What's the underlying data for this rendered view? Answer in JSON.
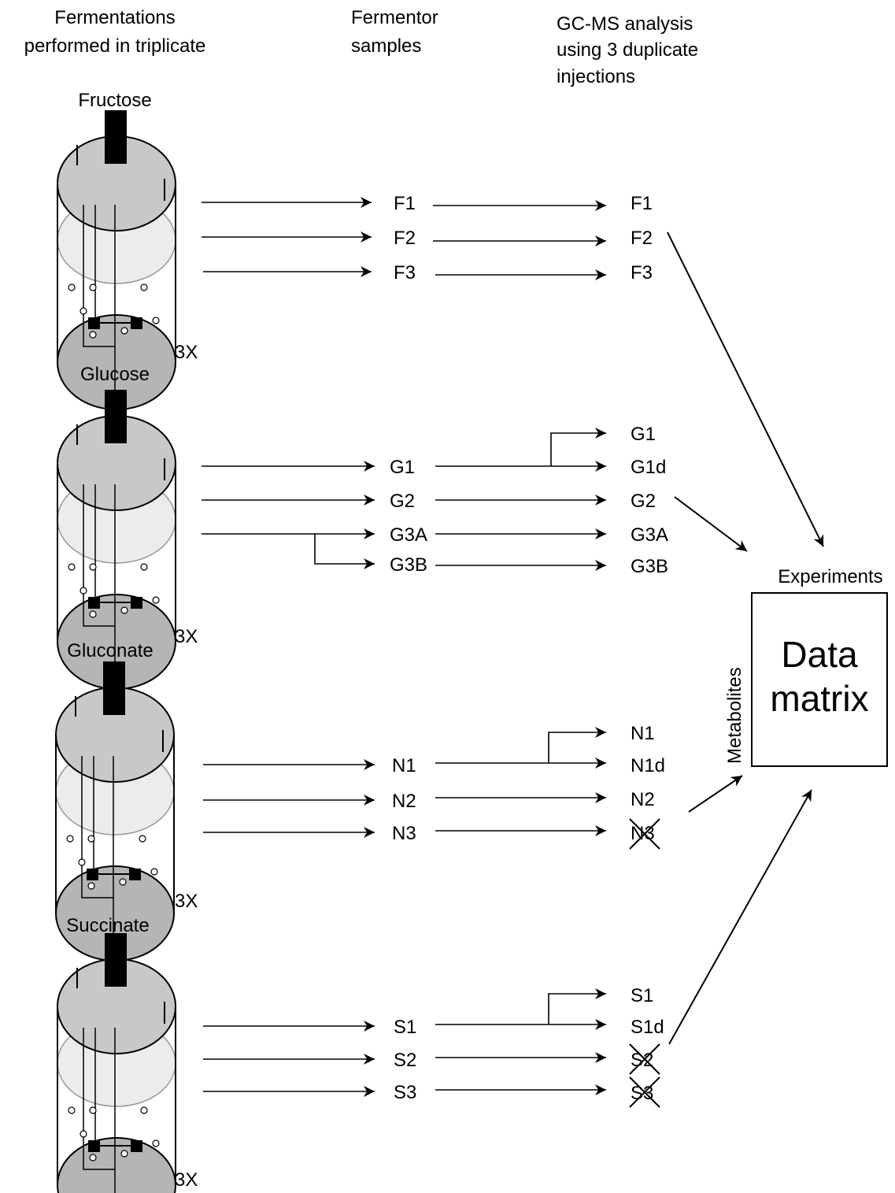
{
  "headers": {
    "fermentations_line1": "Fermentations",
    "fermentations_line2": "performed in triplicate",
    "samples_line1": "Fermentor",
    "samples_line2": "samples",
    "gcms_line1": "GC-MS analysis",
    "gcms_line2": "using 3 duplicate",
    "gcms_line3": "injections"
  },
  "groups": [
    {
      "substrate": "Fructose",
      "count": "3X",
      "samples": [
        "F1",
        "F2",
        "F3"
      ],
      "injections": [
        "F1",
        "F2",
        "F3"
      ]
    },
    {
      "substrate": "Glucose",
      "count": "3X",
      "samples": [
        "G1",
        "G2",
        "G3A",
        "G3B"
      ],
      "injections": [
        "G1",
        "G1d",
        "G2",
        "G3A",
        "G3B"
      ]
    },
    {
      "substrate": "Gluconate",
      "count": "3X",
      "samples": [
        "N1",
        "N2",
        "N3"
      ],
      "injections": [
        "N1",
        "N1d",
        "N2",
        "N3"
      ]
    },
    {
      "substrate": "Succinate",
      "count": "3X",
      "samples": [
        "S1",
        "S2",
        "S3"
      ],
      "injections": [
        "S1",
        "S1d",
        "S2",
        "S3"
      ]
    }
  ],
  "excluded_injections": [
    "N3",
    "S2",
    "S3"
  ],
  "matrix": {
    "line1": "Data",
    "line2": "matrix",
    "column_label": "Experiments",
    "row_label": "Metabolites"
  }
}
